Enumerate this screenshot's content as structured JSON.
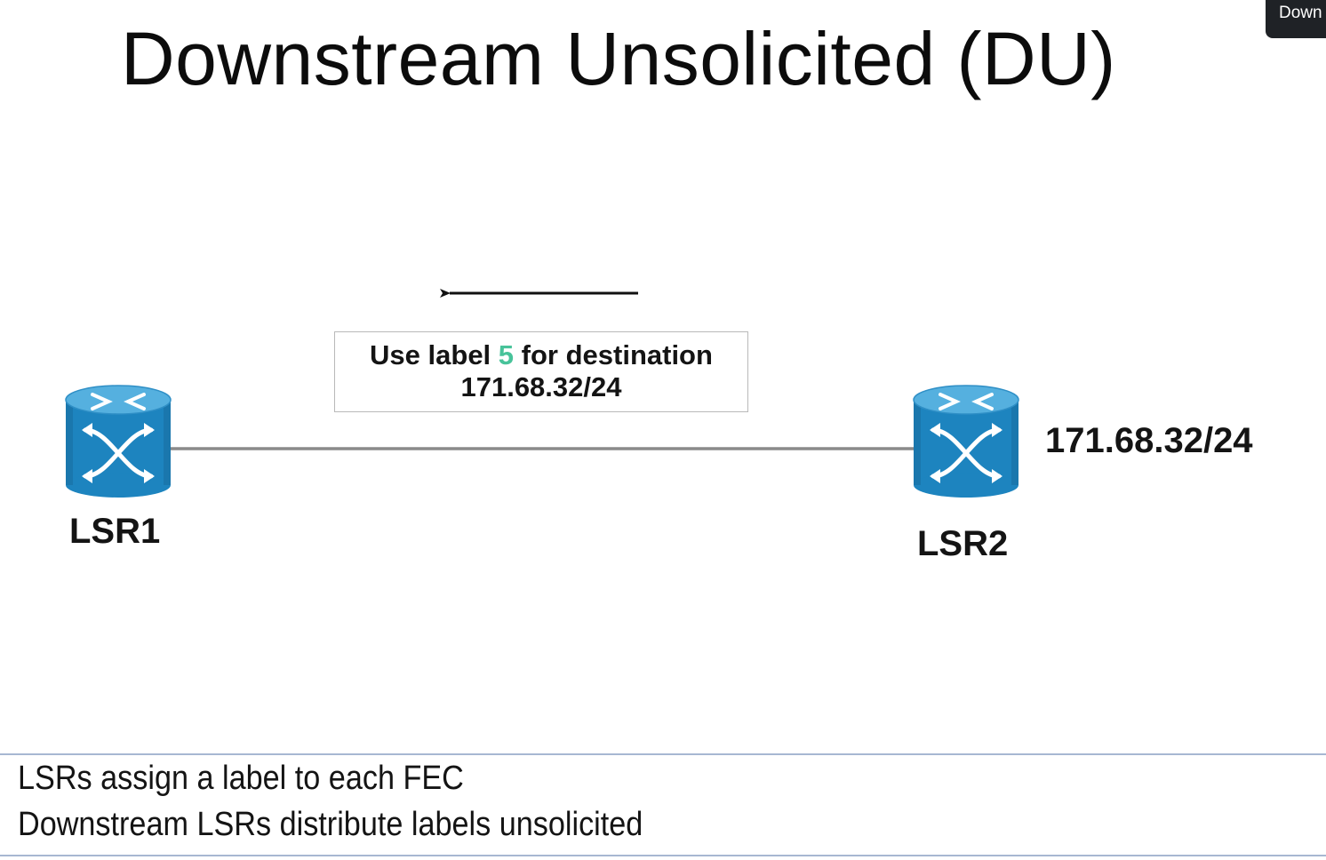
{
  "slide": {
    "title": "Downstream Unsolicited (DU)"
  },
  "tooltip": {
    "text": "Down"
  },
  "diagram": {
    "message": {
      "before": "Use label ",
      "label": "5",
      "after": " for destination",
      "prefix": "171.68.32/24"
    },
    "arrow_direction": "left",
    "routers": [
      {
        "name": "LSR1",
        "icon": "router-switch-icon"
      },
      {
        "name": "LSR2",
        "icon": "router-switch-icon"
      }
    ],
    "destination_prefix": "171.68.32/24"
  },
  "notes": {
    "lines": [
      "LSRs assign a label to each FEC",
      "Downstream LSRs distribute labels unsolicited"
    ]
  },
  "colors": {
    "router_blue": "#1d84bf",
    "router_dark": "#176a9c",
    "router_light": "#53aedd",
    "label_highlight": "#48c39a",
    "link_gray": "#8a8a8a",
    "rule_blue": "#a7b7d2"
  }
}
